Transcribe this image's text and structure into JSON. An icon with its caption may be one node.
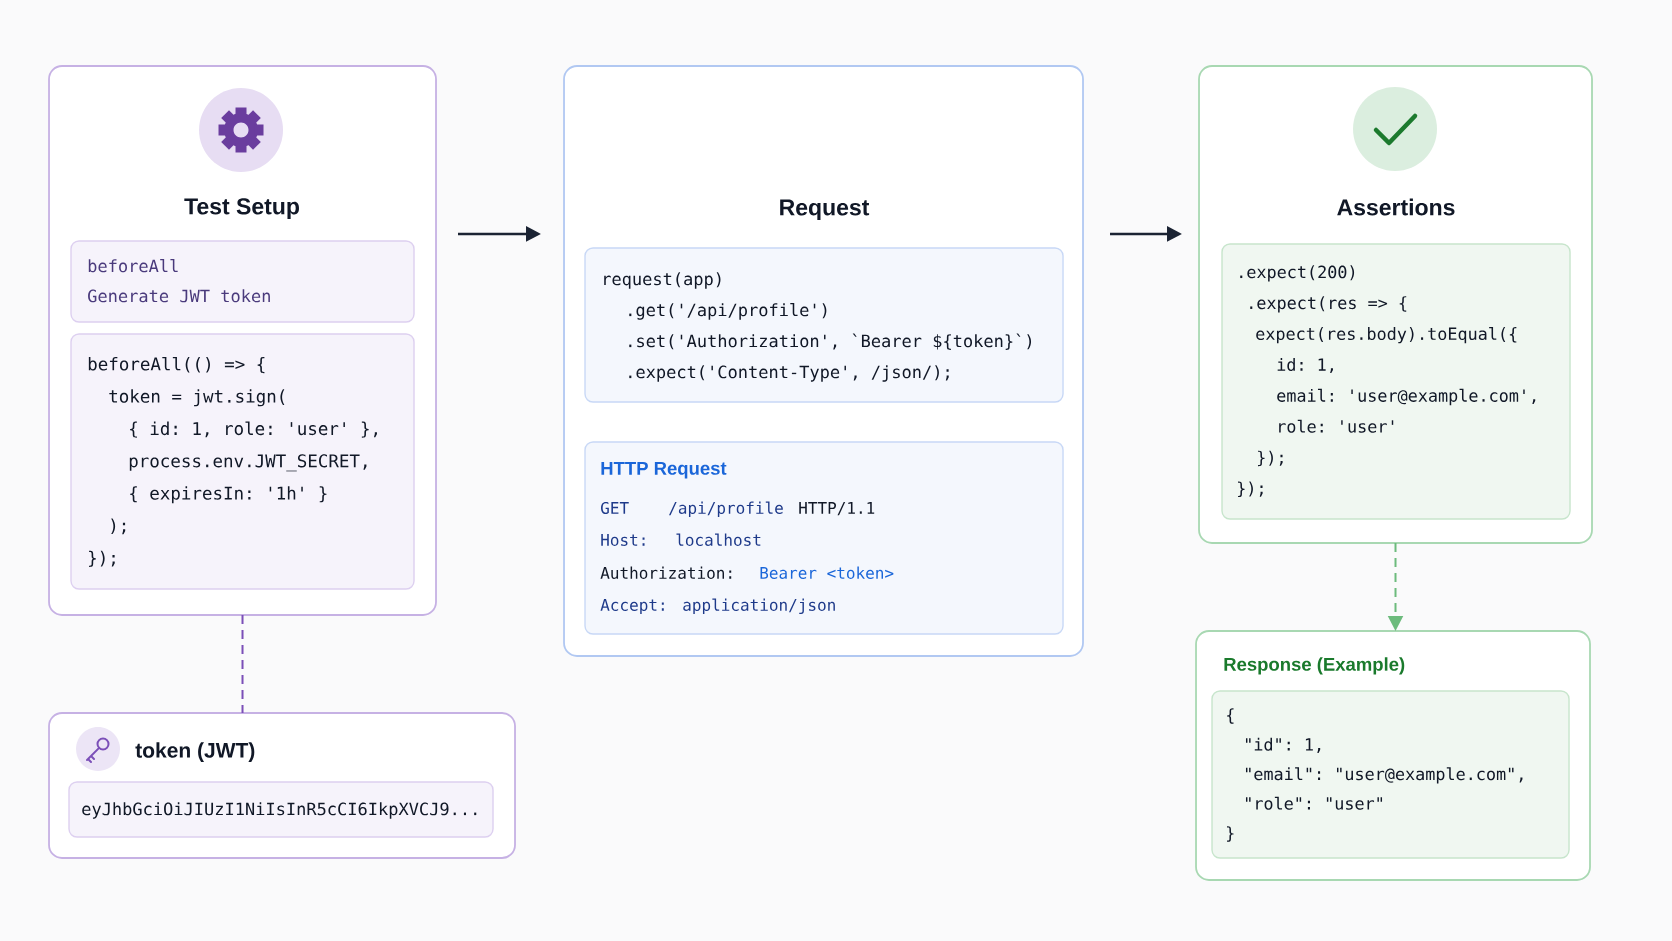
{
  "diagram": {
    "nodes": [
      {
        "text": [
          "Test Setup"
        ]
      },
      {
        "text": [
          "beforeAll",
          "Generate JWT token"
        ],
        "in": 0
      },
      {
        "text": [
          "beforeAll(() => {",
          "token = jwt.sign(",
          "{ id: 1, role: 'user' },",
          "process.env.JWT_SECRET,",
          "{ expiresIn: '1h' }",
          ");",
          "});"
        ],
        "in": 0
      },
      {
        "text": [
          "Request"
        ]
      },
      {
        "text": [
          "request(app)",
          ".get('/api/profile')",
          ".set('Authorization', `Bearer ${token}`)",
          ".expect('Content-Type', /json/);"
        ],
        "in": 3
      },
      {
        "text": [
          "HTTP Request",
          "GET",
          "/api/profile",
          "HTTP/1.1",
          "Host:",
          "localhost",
          "Authorization:",
          "Bearer <token>",
          "Accept:",
          "application/json"
        ],
        "in": 3
      },
      {
        "text": [
          "Assertions"
        ]
      },
      {
        "text": [
          ".expect(200)",
          ".expect(res => {",
          "expect(res.body).toEqual({",
          "id: 1,",
          "email: 'user@example.com',",
          "role: 'user'",
          "});",
          "});"
        ],
        "in": 6
      },
      {
        "text": [
          "token (JWT)"
        ]
      },
      {
        "text": [
          "eyJhbGciOiJIUzI1NiIsInR5cCI6IkpXVCJ9..."
        ],
        "in": 8
      },
      {
        "text": [
          "Response (Example)"
        ]
      },
      {
        "text": [
          "{",
          "\"id\": 1,",
          "\"email\": \"user@example.com\",",
          "\"role\": \"user\"",
          "}"
        ],
        "in": 10
      }
    ],
    "edges": [
      {
        "from": 0,
        "to": 3,
        "arrow": "to"
      },
      {
        "from": 3,
        "to": 6,
        "arrow": "to"
      },
      {
        "from": 0,
        "to": 8,
        "arrow": "none",
        "style": "dashed",
        "color": "#7b4fb8"
      },
      {
        "from": 6,
        "to": 10,
        "arrow": "to",
        "style": "dashed",
        "color": "#6dbb7d"
      }
    ]
  }
}
